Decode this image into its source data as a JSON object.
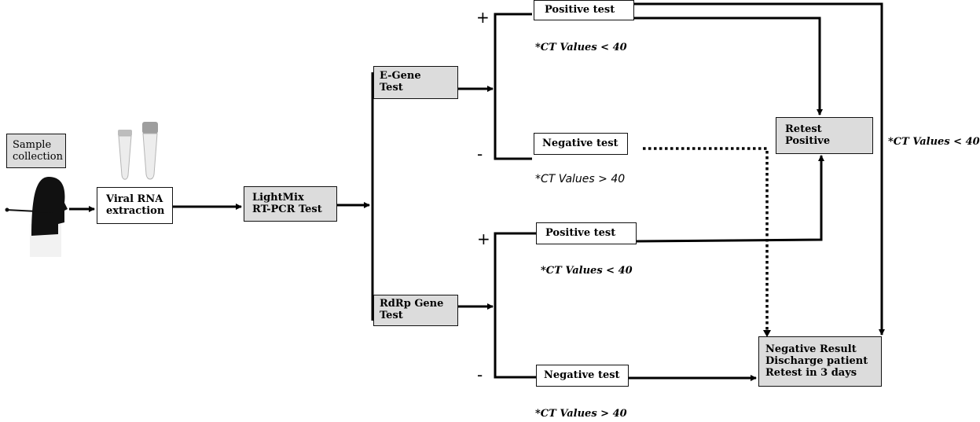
{
  "nodes": {
    "sample_collection": "Sample\ncollection",
    "viral_rna": "Viral RNA\nextraction",
    "lightmix": "LightMix\nRT-PCR Test",
    "egene": "E-Gene\nTest",
    "rdrp": "RdRp Gene\nTest",
    "pos_top": "Positive test",
    "neg_top": "Negative test",
    "pos_bottom": "Positive test",
    "neg_bottom": "Negative test",
    "retest": "Retest\nPositive",
    "negative_result": "Negative Result\nDischarge patient\nRetest in 3 days"
  },
  "notes": {
    "ct_top_pos": "*CT Values < 40",
    "ct_top_neg": "*CT Values > 40",
    "ct_bottom_pos": "*CT Values < 40",
    "ct_bottom_neg": "*CT Values > 40",
    "ct_right": "*CT Values < 40"
  },
  "signs": {
    "plus": "+",
    "minus": "-"
  },
  "colors": {
    "gray_box": "#dcdcdc",
    "line": "#000000"
  },
  "icons": [
    "person-swab-icon",
    "test-tubes-icon"
  ]
}
